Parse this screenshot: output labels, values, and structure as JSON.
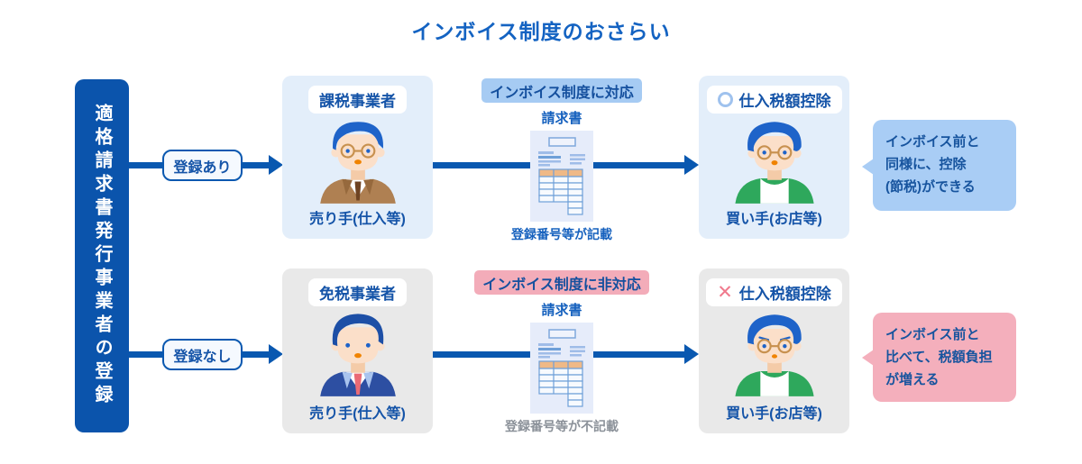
{
  "title": "インボイス制度のおさらい",
  "left_bar": {
    "label": "適格請求書発行事業者の登録"
  },
  "icons": {
    "ok": {
      "name": "circle-ok-icon",
      "color": "#9FC2EE"
    },
    "ng": {
      "name": "cross-ng-icon",
      "glyph": "✕",
      "color": "#F0798C"
    }
  },
  "colors": {
    "accent_blue": "#0B54AC",
    "title_blue": "#1463C2",
    "badge_blue": "#A6CBF3",
    "badge_pink": "#F3ACB9",
    "card_blue": "#E3EEFA",
    "card_gray": "#E9E9E9",
    "bubble_blue": "#A9CDF5",
    "bubble_pink": "#F4AFBC"
  },
  "rows": [
    {
      "registration_label": "登録あり",
      "seller_card": {
        "header": "課税事業者",
        "footer": "売り手(仕入等)"
      },
      "invoice": {
        "badge": "インボイス制度に対応",
        "doc_label": "請求書",
        "note": "登録番号等が記載"
      },
      "buyer_card": {
        "header": "仕入税額控除",
        "status": "ok",
        "footer": "買い手(お店等)"
      },
      "bubble": {
        "lines": [
          "インボイス前と",
          "同様に、控除",
          "(節税)ができる"
        ]
      }
    },
    {
      "registration_label": "登録なし",
      "seller_card": {
        "header": "免税事業者",
        "footer": "売り手(仕入等)"
      },
      "invoice": {
        "badge": "インボイス制度に非対応",
        "doc_label": "請求書",
        "note": "登録番号等が不記載"
      },
      "buyer_card": {
        "header": "仕入税額控除",
        "status": "ng",
        "footer": "買い手(お店等)"
      },
      "bubble": {
        "lines": [
          "インボイス前と",
          "比べて、税額負担",
          "が増える"
        ]
      }
    }
  ]
}
